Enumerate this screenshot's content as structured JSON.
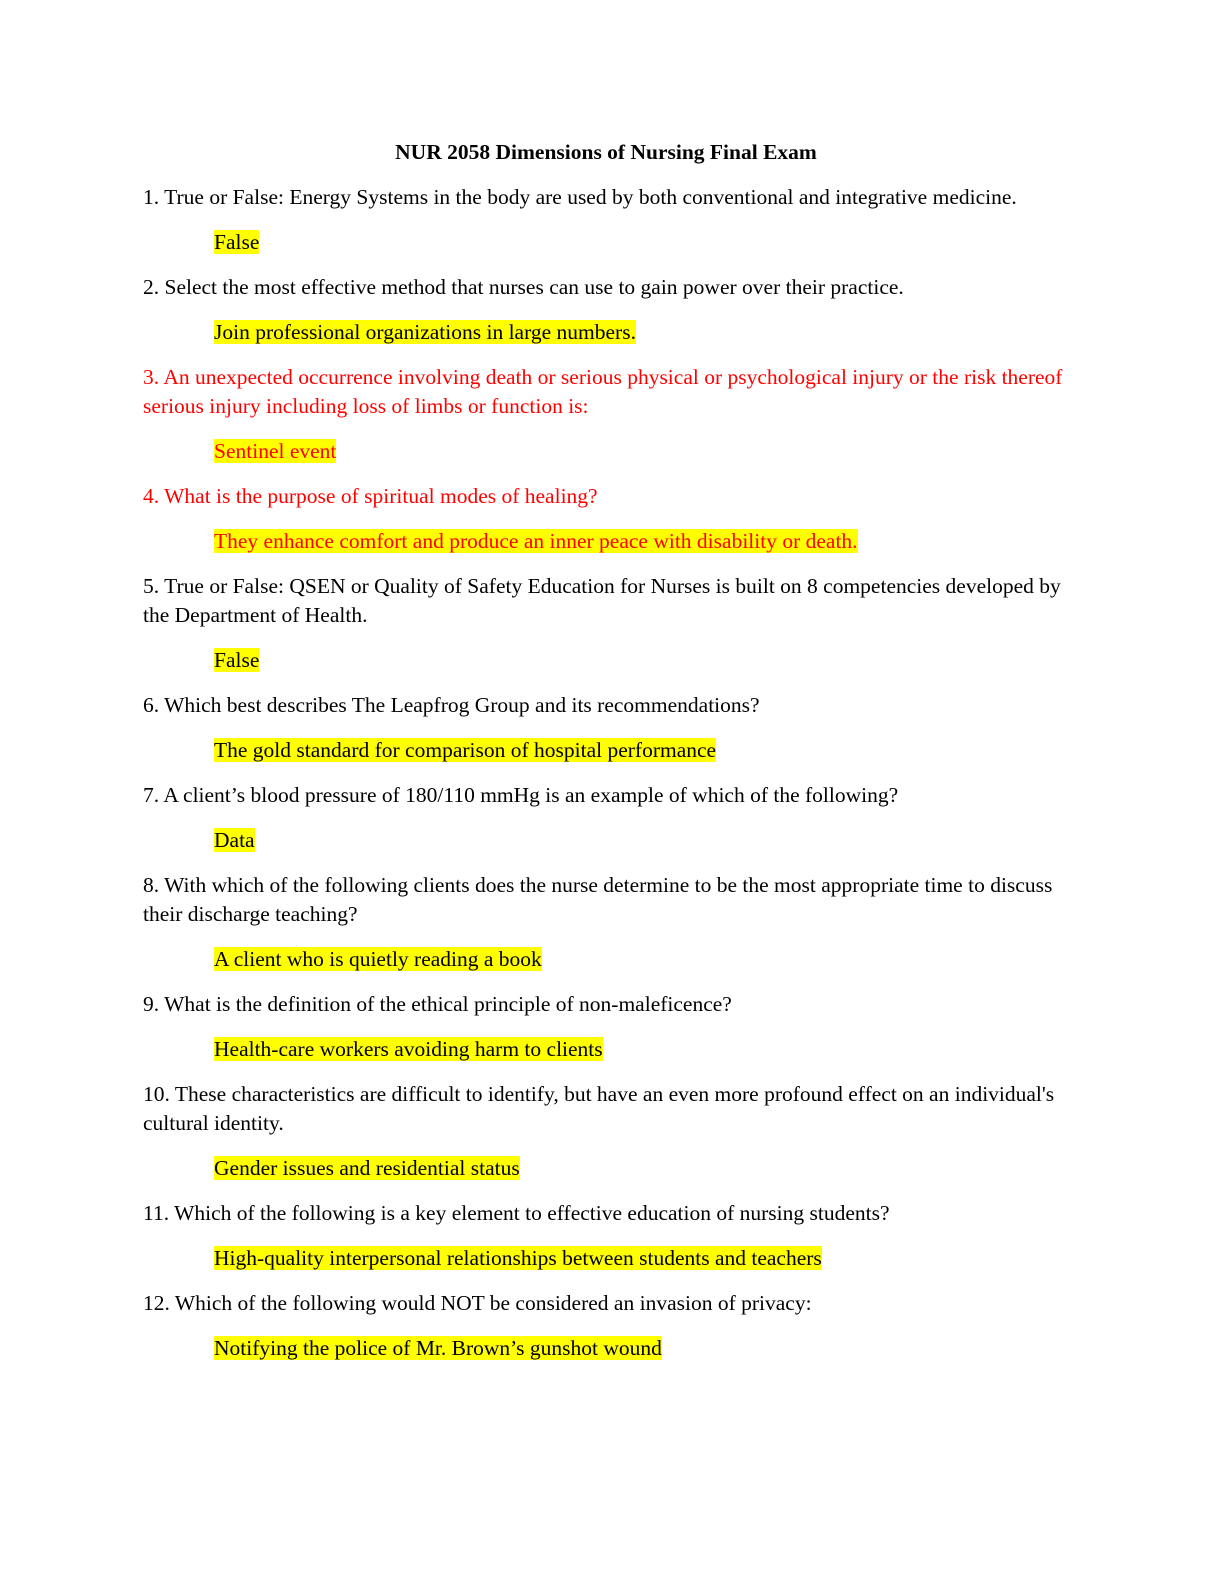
{
  "document": {
    "title": "NUR 2058 Dimensions of Nursing Final Exam",
    "items": [
      {
        "question": "1. True or False: Energy Systems in the body are used by both conventional and integrative medicine.",
        "answer": "False",
        "question_color": "#000000",
        "answer_color": "#000000"
      },
      {
        "question": "2. Select the most effective method that nurses can use to gain power over their practice.",
        "answer": "Join professional organizations in large numbers.",
        "question_color": "#000000",
        "answer_color": "#000000"
      },
      {
        "question": "3. An unexpected occurrence involving death or serious physical or psychological injury or the risk thereof serious injury including loss of limbs or function is:",
        "answer": "Sentinel event",
        "question_color": "#ff0000",
        "answer_color": "#ff0000"
      },
      {
        "question": "4. What is the purpose of spiritual modes of healing?",
        "answer": "They enhance comfort and produce an inner peace with disability or death.",
        "question_color": "#ff0000",
        "answer_color": "#ff0000"
      },
      {
        "question": "5. True or False: QSEN or Quality of Safety Education for Nurses is built on 8 competencies developed by the Department of Health.",
        "answer": "False",
        "question_color": "#000000",
        "answer_color": "#000000"
      },
      {
        "question": "6. Which best describes The Leapfrog Group and its recommendations?",
        "answer": "The gold standard for comparison of hospital performance",
        "question_color": "#000000",
        "answer_color": "#000000"
      },
      {
        "question": "7. A client’s blood pressure of 180/110 mmHg is an example of which of the following?",
        "answer": "Data",
        "question_color": "#000000",
        "answer_color": "#000000"
      },
      {
        "question": "8. With which of the following clients does the nurse determine to be the most appropriate time to discuss their discharge teaching?",
        "answer": "A client who is quietly reading a book",
        "question_color": "#000000",
        "answer_color": "#000000"
      },
      {
        "question": "9. What is the definition of the ethical principle of non-maleficence?",
        "answer": "Health-care workers avoiding harm to clients",
        "question_color": "#000000",
        "answer_color": "#000000"
      },
      {
        "question": "10. These characteristics are difficult to identify, but have an even more profound effect on an individual's cultural identity.",
        "answer": "Gender issues and residential status",
        "question_color": "#000000",
        "answer_color": "#000000"
      },
      {
        "question": "11. Which of the following is a key element to effective education of nursing students?",
        "answer": "High-quality interpersonal relationships between students and teachers",
        "question_color": "#000000",
        "answer_color": "#000000"
      },
      {
        "question": "12. Which of the following would NOT be considered an invasion of privacy:",
        "answer": "Notifying the police of Mr. Brown’s gunshot wound",
        "question_color": "#000000",
        "answer_color": "#000000"
      }
    ]
  },
  "colors": {
    "highlight": "#ffff00",
    "text": "#000000",
    "emphasis_red": "#ff0000"
  }
}
